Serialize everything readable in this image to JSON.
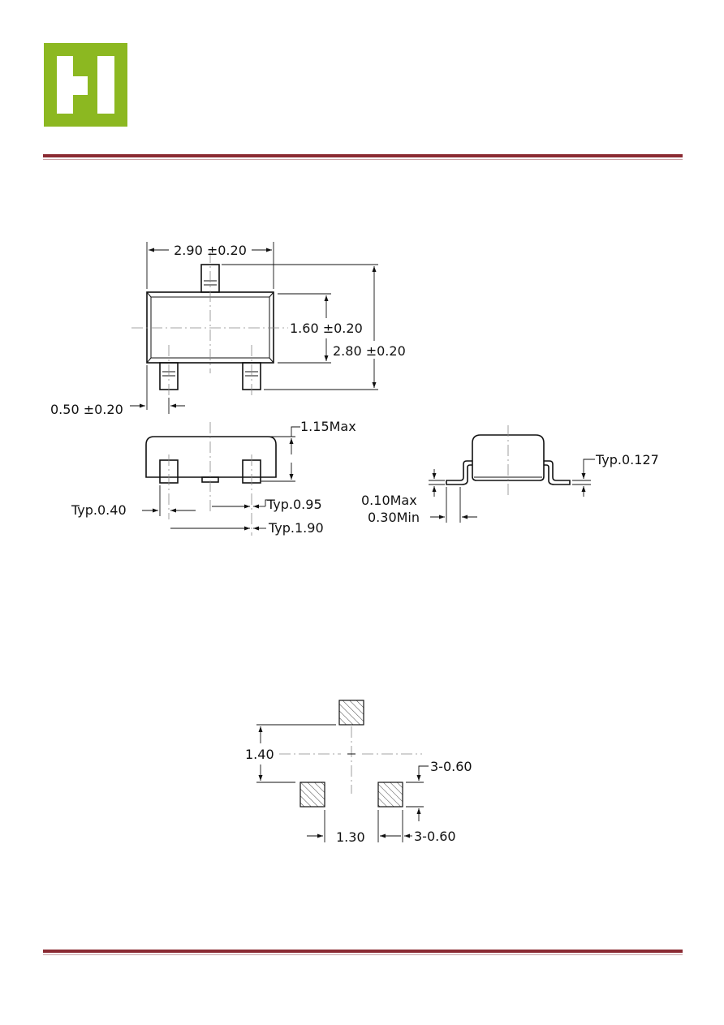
{
  "colors": {
    "logo_green": "#8cb821",
    "rule": "#8a2a32"
  },
  "top_view": {
    "width": "2.90 ±0.20",
    "body_width": "1.60 ±0.20",
    "total_height": "2.80 ±0.20",
    "lead_width": "0.50 ±0.20"
  },
  "side_view": {
    "height": "1.15Max",
    "lead_offset": "Typ.0.40",
    "pitch": "Typ.0.95",
    "span": "Typ.1.90"
  },
  "end_view": {
    "lead_thickness": "Typ.0.127",
    "standoff": "0.10Max",
    "foot_length": "0.30Min"
  },
  "footprint": {
    "row_spacing": "1.40",
    "pad_spacing": "1.30",
    "pad_height": "3-0.60",
    "pad_width": "3-0.60"
  }
}
